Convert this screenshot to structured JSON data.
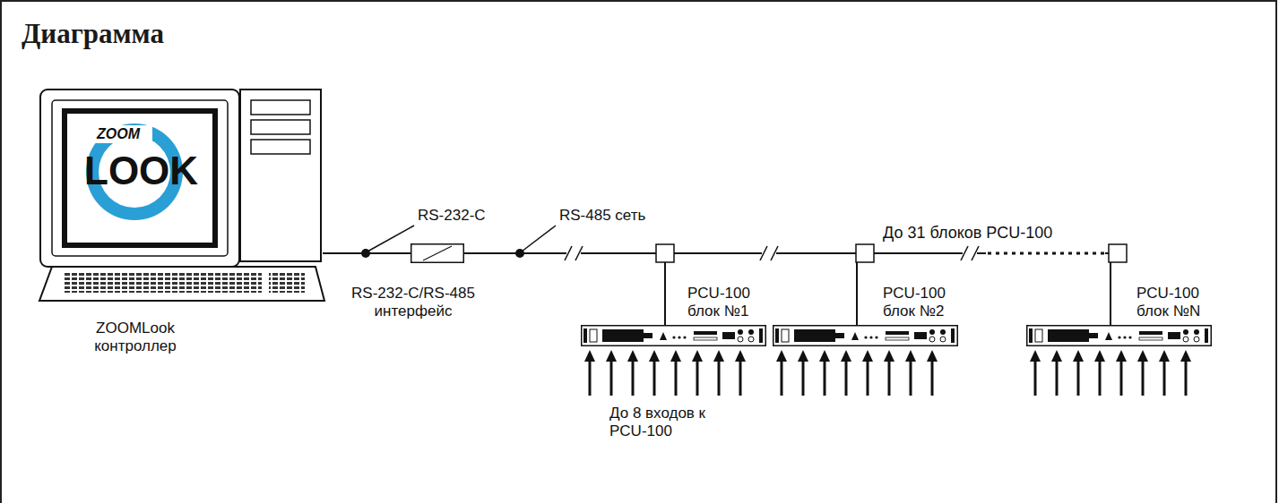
{
  "diagram": {
    "title": "Диаграмма",
    "nodes": [
      {
        "text": [
          "ZOOMLook контроллер"
        ]
      },
      {
        "text": [
          "RS-232-C/RS-485 интерфейс"
        ]
      },
      {
        "text": [
          "PCU-100 блок №1"
        ]
      },
      {
        "text": [
          "PCU-100 блок №2"
        ]
      },
      {
        "text": [
          "PCU-100 блок №N"
        ]
      }
    ],
    "edges": [
      {
        "from": 0,
        "to": 1,
        "arrow": "none"
      },
      {
        "from": 1,
        "to": 2,
        "arrow": "none"
      },
      {
        "from": 2,
        "to": 3,
        "arrow": "none"
      },
      {
        "from": 3,
        "to": 4,
        "arrow": "none"
      }
    ],
    "labels": [
      "ZOOM",
      "LOOK",
      "RS-232-C",
      "RS-485 сеть",
      "До 31 блоков PCU-100",
      "До 8 входов к PCU-100"
    ]
  }
}
